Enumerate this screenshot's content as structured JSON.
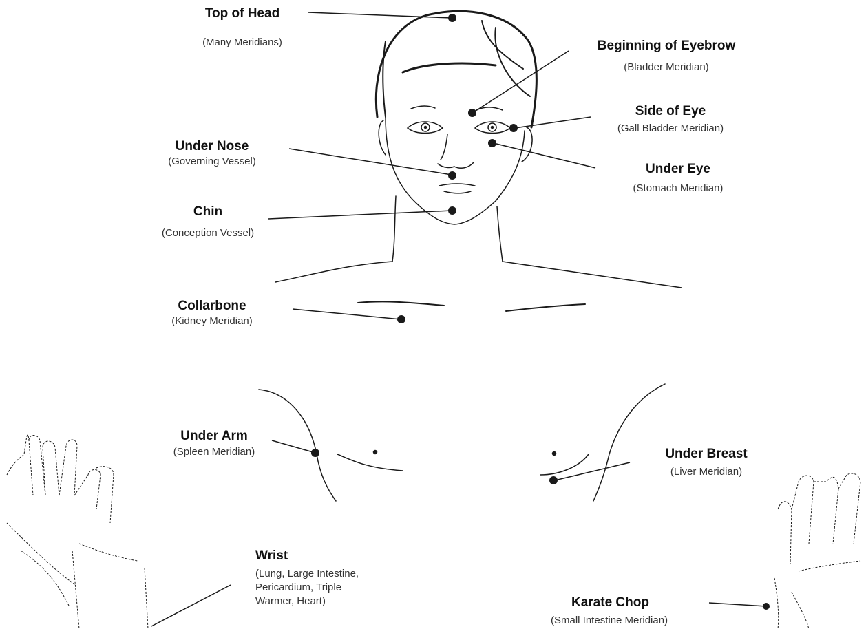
{
  "points": [
    {
      "id": "top-of-head",
      "title": "Top of Head",
      "subtitle": "(Many Meridians)"
    },
    {
      "id": "beginning-of-eyebrow",
      "title": "Beginning of Eyebrow",
      "subtitle": "(Bladder Meridian)"
    },
    {
      "id": "side-of-eye",
      "title": "Side of Eye",
      "subtitle": "(Gall Bladder Meridian)"
    },
    {
      "id": "under-eye",
      "title": "Under Eye",
      "subtitle": "(Stomach Meridian)"
    },
    {
      "id": "under-nose",
      "title": "Under Nose",
      "subtitle": "(Governing Vessel)"
    },
    {
      "id": "chin",
      "title": "Chin",
      "subtitle": "(Conception Vessel)"
    },
    {
      "id": "collarbone",
      "title": "Collarbone",
      "subtitle": "(Kidney Meridian)"
    },
    {
      "id": "under-arm",
      "title": "Under Arm",
      "subtitle": "(Spleen Meridian)"
    },
    {
      "id": "under-breast",
      "title": "Under Breast",
      "subtitle": "(Liver Meridian)"
    },
    {
      "id": "wrist",
      "title": "Wrist",
      "subtitle": [
        "(Lung, Large Intestine,",
        "Pericardium, Triple",
        "Warmer, Heart)"
      ]
    },
    {
      "id": "karate-chop",
      "title": "Karate Chop",
      "subtitle": "(Small Intestine Meridian)"
    }
  ],
  "colors": {
    "line": "#1a1a1a",
    "point": "#222222",
    "background": "#ffffff"
  }
}
